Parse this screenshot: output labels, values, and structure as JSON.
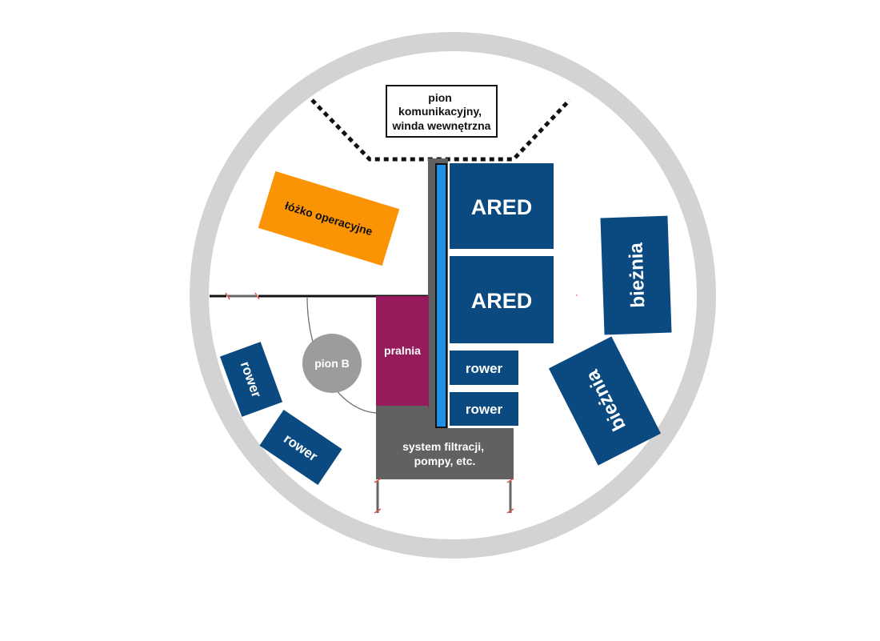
{
  "labels": {
    "comm_shaft": [
      "pion",
      "komunikacyjny,",
      "winda wewnętrzna"
    ],
    "surgical_bed": "łóżko operacyjne",
    "ared_top": "ARED",
    "ared_bottom": "ARED",
    "treadmill_top": "bieżnia",
    "treadmill_bottom": "bieżnia",
    "rower_left_top": "rower",
    "rower_left_bottom": "rower",
    "rower_center_top": "rower",
    "rower_center_bottom": "rower",
    "laundry": "pralnia",
    "shaft_b": "pion B",
    "filtration": [
      "system filtracji,",
      "pompy, etc."
    ]
  },
  "colors": {
    "ring": "#d3d3d3",
    "equipment_blue": "#0a4a80",
    "bed_orange": "#fa9405",
    "laundry_purple": "#961b5d",
    "service_gray": "#616161",
    "pipe_blue": "#1e90e8",
    "shaft_gray": "#9c9c9c",
    "accent_red": "#e5543f"
  }
}
